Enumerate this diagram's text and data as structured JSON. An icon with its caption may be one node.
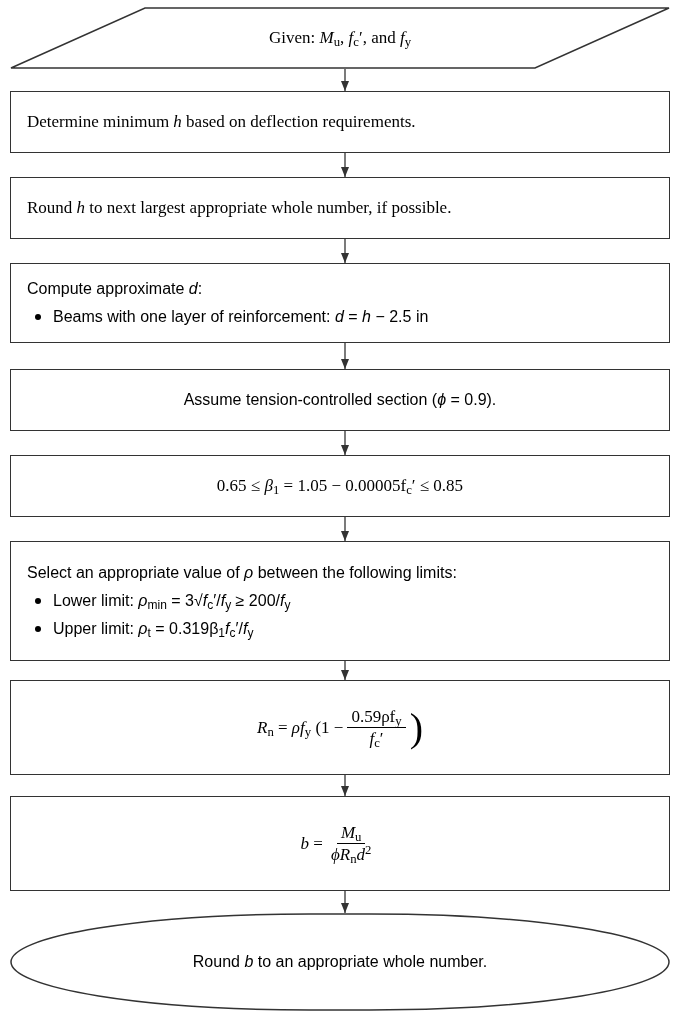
{
  "diagram": {
    "nodes": [
      {
        "text": [
          "Given: *M*$_{u}$, *f*$_{c}$′, and *f*$_{y}$"
        ]
      },
      {
        "text": [
          "Determine minimum *h* based on deflection requirements."
        ]
      },
      {
        "text": [
          "Round *h* to next largest appropriate whole number, if possible."
        ]
      },
      {
        "text": [
          "Compute approximate *d*:",
          "Beams with one layer of reinforcement: *d* = *h* − 2.5 in"
        ]
      },
      {
        "text": [
          "Assume tension-controlled section (*ϕ* = 0.9)."
        ]
      },
      {
        "text": [
          "0.65 ≤ *β*$_{1}$ = 1.05 − 0.00005f$_{c}$′ ≤ 0.85"
        ]
      },
      {
        "text": [
          "Select an appropriate value of *ρ* between the following limits:",
          "Lower limit: *ρ*$_{min}$ = 3√*f*$_{c}$′/*f*$_{y}$ ≥ 200/*f*$_{y}$",
          "Upper limit: *ρ*$_{t}$ = 0.319β$_{1}$*f*$_{c}$′/*f*$_{y}$"
        ]
      },
      {
        "text": [
          "*R*$_{n}$ = *ρf*$_{y}$ (1 −",
          "0.59ρf$_{y}$",
          "*f*$_{c}$′",
          ")"
        ]
      },
      {
        "text": [
          "*b* =",
          "*M*$_{u}$",
          "*ϕR*$_{n}$*d*$^{2}$"
        ]
      },
      {
        "text": [
          "Round *b* to an appropriate whole number."
        ]
      }
    ],
    "edges": [
      {
        "from": 0,
        "to": 1,
        "arrow": "to"
      },
      {
        "from": 1,
        "to": 2,
        "arrow": "to"
      },
      {
        "from": 2,
        "to": 3,
        "arrow": "to"
      },
      {
        "from": 3,
        "to": 4,
        "arrow": "to"
      },
      {
        "from": 4,
        "to": 5,
        "arrow": "to"
      },
      {
        "from": 5,
        "to": 6,
        "arrow": "to"
      },
      {
        "from": 6,
        "to": 7,
        "arrow": "to"
      },
      {
        "from": 7,
        "to": 8,
        "arrow": "to"
      },
      {
        "from": 8,
        "to": 9,
        "arrow": "to"
      }
    ]
  }
}
